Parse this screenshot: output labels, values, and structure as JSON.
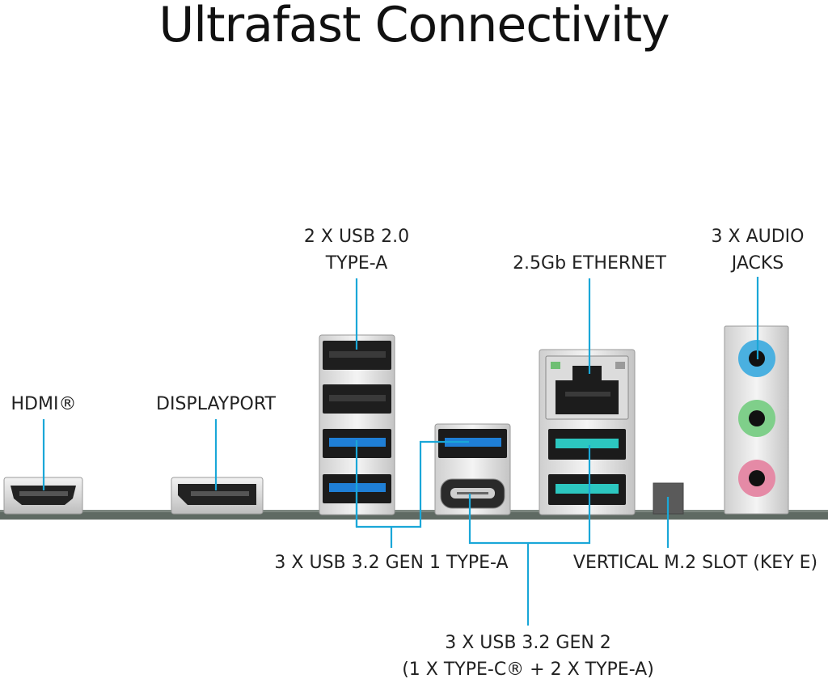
{
  "title": "Ultrafast Connectivity",
  "colors": {
    "leader": "#1aa7d8",
    "usb3_blue": "#1f7fd6",
    "usb_gen2_teal": "#2cc7c0",
    "audio_blue": "#4ab0e0",
    "audio_green": "#7fcf8a",
    "audio_pink": "#e58aa6"
  },
  "labels": {
    "usb20_line1": "2 X USB 2.0",
    "usb20_line2": "TYPE-A",
    "ethernet": "2.5Gb ETHERNET",
    "audio_line1": "3 X AUDIO",
    "audio_line2": "JACKS",
    "hdmi": "HDMI®",
    "displayport": "DISPLAYPORT",
    "usb32g1": "3 X USB 3.2 GEN 1 TYPE-A",
    "m2": "VERTICAL M.2 SLOT (KEY E)",
    "usb32g2_line1": "3 X USB 3.2 GEN 2",
    "usb32g2_line2": "(1 X TYPE-C® + 2 X TYPE-A)"
  },
  "icons": {
    "hdmi": "hdmi-port-icon",
    "displayport": "displayport-icon",
    "usb20": "usb2-port-icon",
    "usb3": "usb3-port-icon",
    "typec": "usb-c-port-icon",
    "ethernet": "rj45-port-icon",
    "m2": "m2-slot-icon",
    "audio": "audio-jack-icon"
  }
}
